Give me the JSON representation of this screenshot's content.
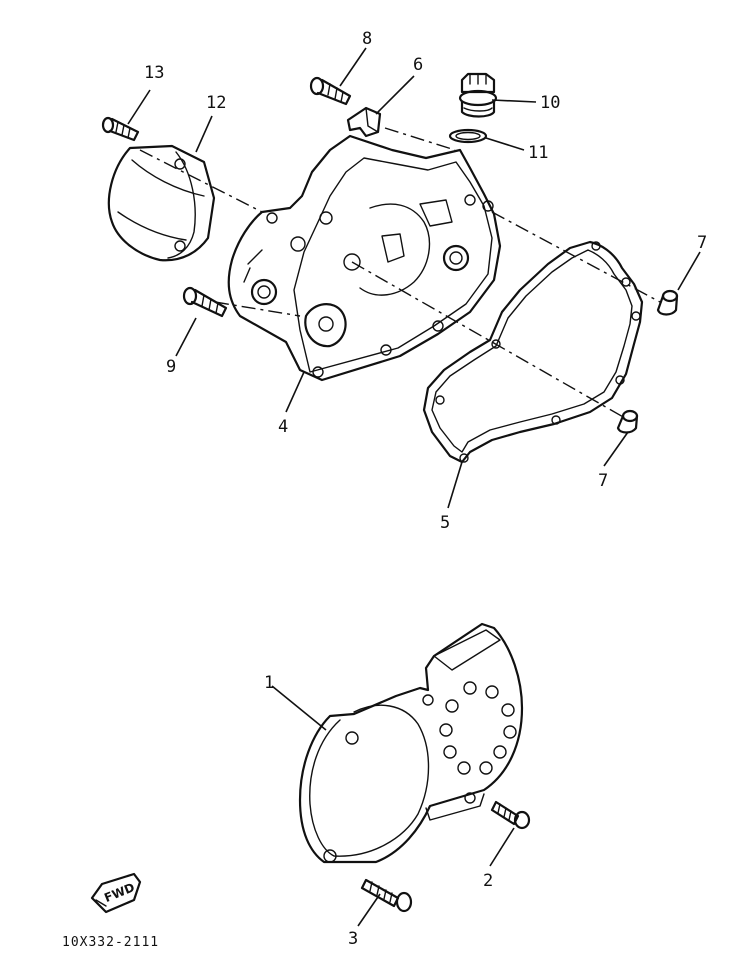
{
  "callouts": {
    "c1": "1",
    "c2": "2",
    "c3": "3",
    "c4": "4",
    "c5": "5",
    "c6": "6",
    "c7a": "7",
    "c7b": "7",
    "c8": "8",
    "c9": "9",
    "c10": "10",
    "c11": "11",
    "c12": "12",
    "c13": "13"
  },
  "fwd_label": "FWD",
  "diagram_code": "10X332-2111"
}
